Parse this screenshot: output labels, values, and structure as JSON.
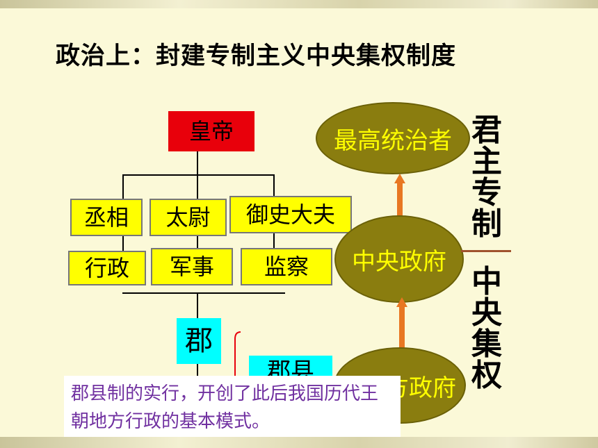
{
  "title": "政治上：封建专制主义中央集权制度",
  "hierarchy": {
    "top": "皇帝",
    "officials": [
      "丞相",
      "太尉",
      "御史大夫"
    ],
    "duties": [
      "行政",
      "军事",
      "监察"
    ],
    "local_left": "郡",
    "local_right": "郡县"
  },
  "levels": {
    "top": "最高统治者",
    "middle": "中央政府",
    "bottom": "地方政府"
  },
  "side_labels": {
    "upper": "君主专制",
    "lower": "中央集权"
  },
  "note": "郡县制的实行，开创了此后我国历代王朝地方行政的基本模式。",
  "colors": {
    "emperor_bg": "#e8000b",
    "office_bg": "#ffff00",
    "local_bg": "#00ffff",
    "oval_bg": "#8a7d0f",
    "oval_text": "#ffff00",
    "arrow": "#e87722",
    "note_text": "#7030a0"
  }
}
